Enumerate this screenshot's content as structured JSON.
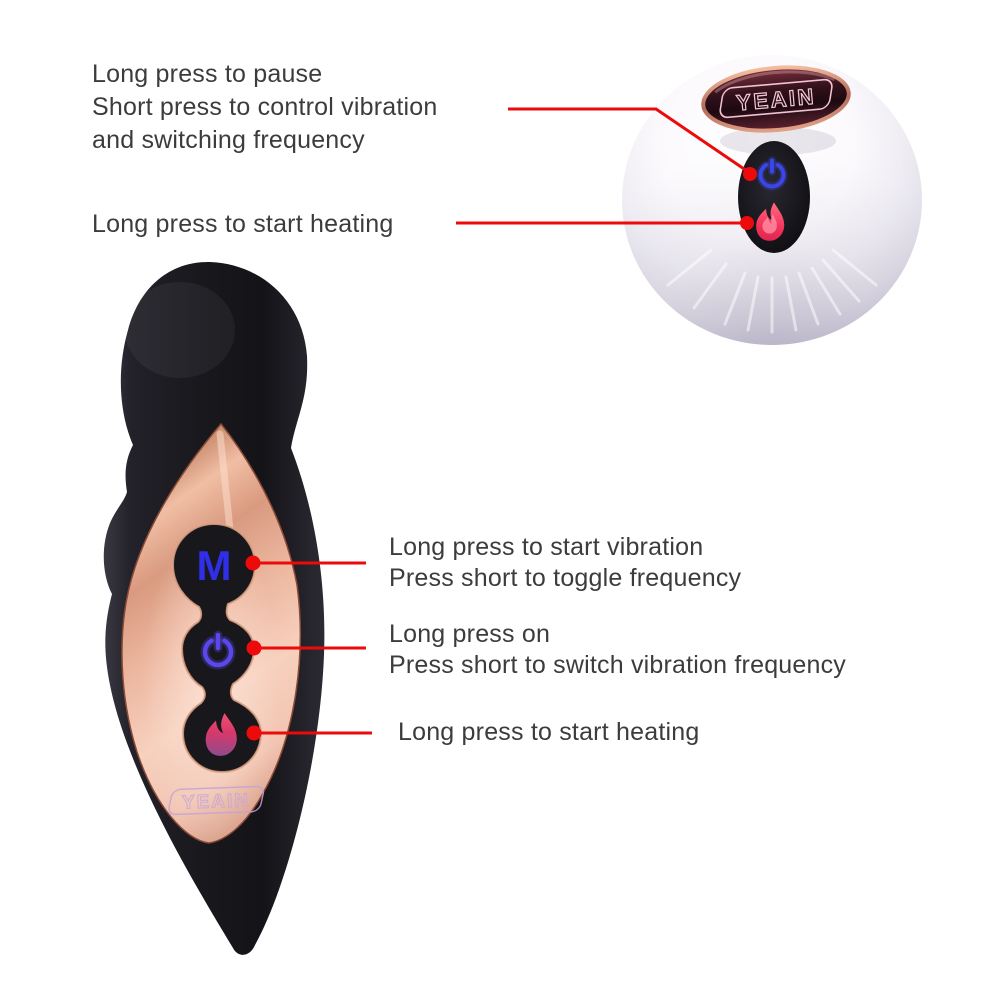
{
  "colors": {
    "accent_red": "#ec0a0a",
    "text": "#3c3c3c",
    "rose_gold": "#e8b098",
    "device_black": "#1b1a1f",
    "button_blue": "#4440e0",
    "flame_pink": "#f5365c",
    "ball_white": "#f4f2f6"
  },
  "brand": {
    "logo": "YEAIN"
  },
  "device": {
    "mode_button_label": "M"
  },
  "annotations": {
    "remote_power": {
      "lines": [
        "Long press to pause",
        "Short press to control vibration",
        "and switching frequency"
      ]
    },
    "remote_heat": {
      "text": "Long press to start heating"
    },
    "device_mode": {
      "lines": [
        "Long press to start vibration",
        "Press short to toggle frequency"
      ]
    },
    "device_power": {
      "lines": [
        "Long press on",
        "Press short to switch vibration frequency"
      ]
    },
    "device_heat": {
      "text": "Long press to start heating"
    }
  }
}
